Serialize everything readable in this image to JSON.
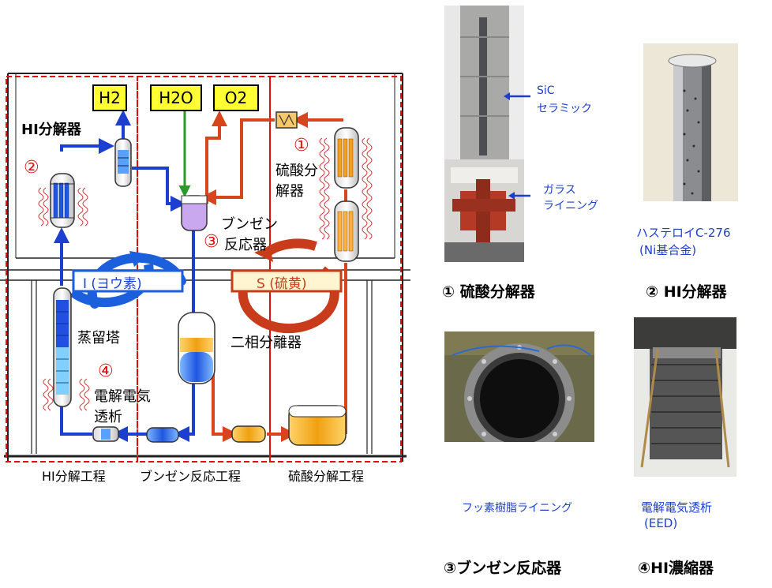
{
  "diagram": {
    "products": {
      "h2": "H2",
      "h2o": "H2O",
      "o2": "O2"
    },
    "labels": {
      "hi_decomposer": "HI分解器",
      "sulfuric_decomposer_line1": "硫酸分",
      "sulfuric_decomposer_line2": "解器",
      "bunsen_line1": "ブンゼン",
      "bunsen_line2": "反応器",
      "distillation": "蒸留塔",
      "eed_line1": "電解電気",
      "eed_line2": "透析",
      "two_phase": "二相分離器",
      "iodine_cycle": "I (ヨウ素)",
      "sulfur_cycle": "S (硫黄)"
    },
    "markers": {
      "m1": "①",
      "m2": "②",
      "m3": "③",
      "m4": "④"
    },
    "sections": {
      "hi": "HI分解工程",
      "bunsen": "ブンゼン反応工程",
      "sulfuric": "硫酸分解工程"
    }
  },
  "photos": {
    "p1": {
      "annotation_sic_line1": "SiC",
      "annotation_sic_line2": "セラミック",
      "annotation_glass_line1": "ガラス",
      "annotation_glass_line2": "ライニング",
      "caption": "①  硫酸分解器"
    },
    "p2": {
      "annotation_line1": "ハステロイC-276",
      "annotation_line2": "(Ni基合金)",
      "caption": "② HI分解器"
    },
    "p3": {
      "annotation": "フッ素樹脂ライニング",
      "caption": "③ブンゼン反応器"
    },
    "p4": {
      "annotation_line1": "電解電気透析",
      "annotation_line2": "(EED)",
      "caption": "④HI濃縮器"
    }
  },
  "colors": {
    "blue_line": "#1c3fd0",
    "red_line": "#d8441c",
    "green_line": "#2a9a2a",
    "dashed_red": "#e01010",
    "yellow_box": "#ffff33"
  }
}
